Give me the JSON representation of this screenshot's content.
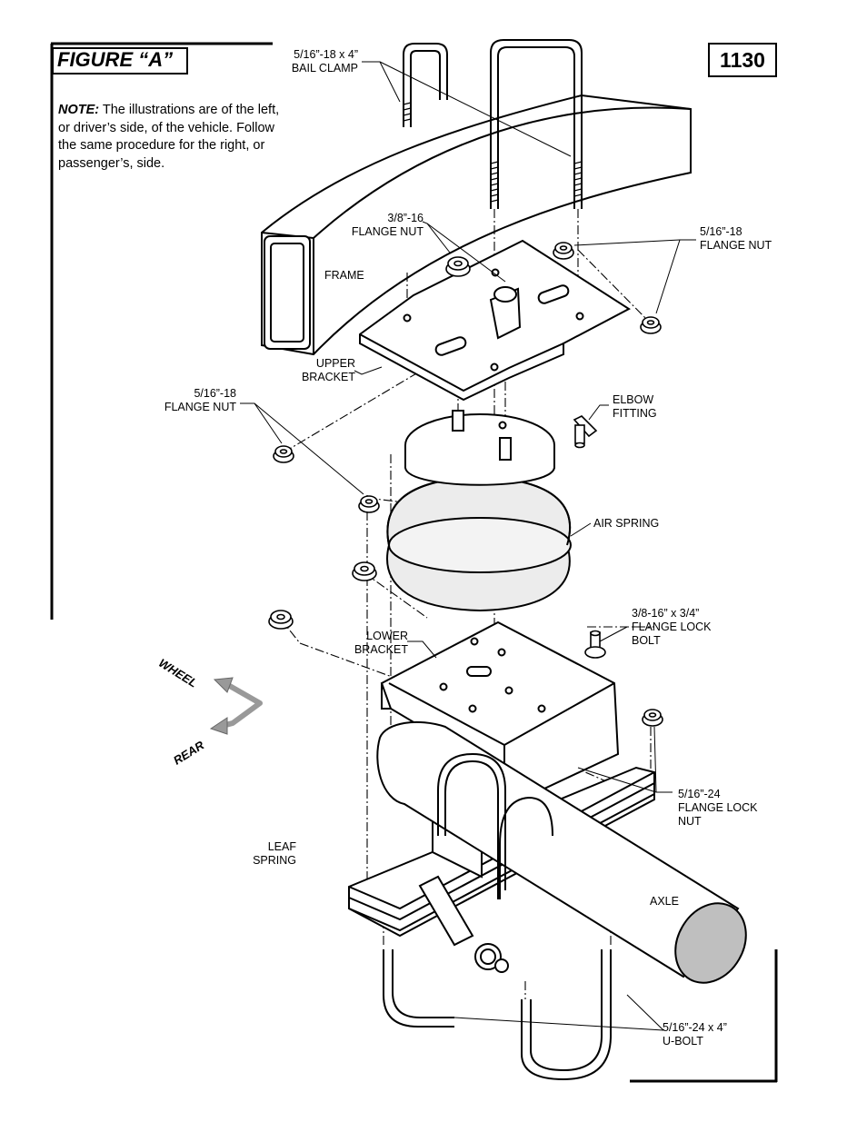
{
  "figure_title": "FIGURE “A”",
  "page_number": "1130",
  "note": {
    "label": "NOTE:",
    "text": "The illustrations are of the left, or driver’s side, of the vehicle. Follow the same procedure for the right, or passenger’s, side."
  },
  "direction": {
    "wheel": "WHEEL",
    "rear": "REAR"
  },
  "labels": {
    "bail_clamp_1": "5/16”-18 x 4”",
    "bail_clamp_2": "BAIL CLAMP",
    "flange_nut_38_1": "3/8”-16",
    "flange_nut_38_2": "FLANGE NUT",
    "flange_nut_516_top_1": "5/16”-18",
    "flange_nut_516_top_2": "FLANGE NUT",
    "frame": "FRAME",
    "upper_bracket_1": "UPPER",
    "upper_bracket_2": "BRACKET",
    "flange_nut_516_left_1": "5/16”-18",
    "flange_nut_516_left_2": "FLANGE NUT",
    "elbow_fitting_1": "ELBOW",
    "elbow_fitting_2": "FITTING",
    "air_spring": "AIR SPRING",
    "lower_bracket_1": "LOWER",
    "lower_bracket_2": "BRACKET",
    "lock_bolt_1": "3/8-16” x 3/4”",
    "lock_bolt_2": "FLANGE LOCK",
    "lock_bolt_3": "BOLT",
    "lock_nut_1": "5/16”-24",
    "lock_nut_2": "FLANGE LOCK",
    "lock_nut_3": "NUT",
    "leaf_spring_1": "LEAF",
    "leaf_spring_2": "SPRING",
    "axle": "AXLE",
    "u_bolt_1": "5/16”-24 x 4”",
    "u_bolt_2": "U-BOLT"
  }
}
